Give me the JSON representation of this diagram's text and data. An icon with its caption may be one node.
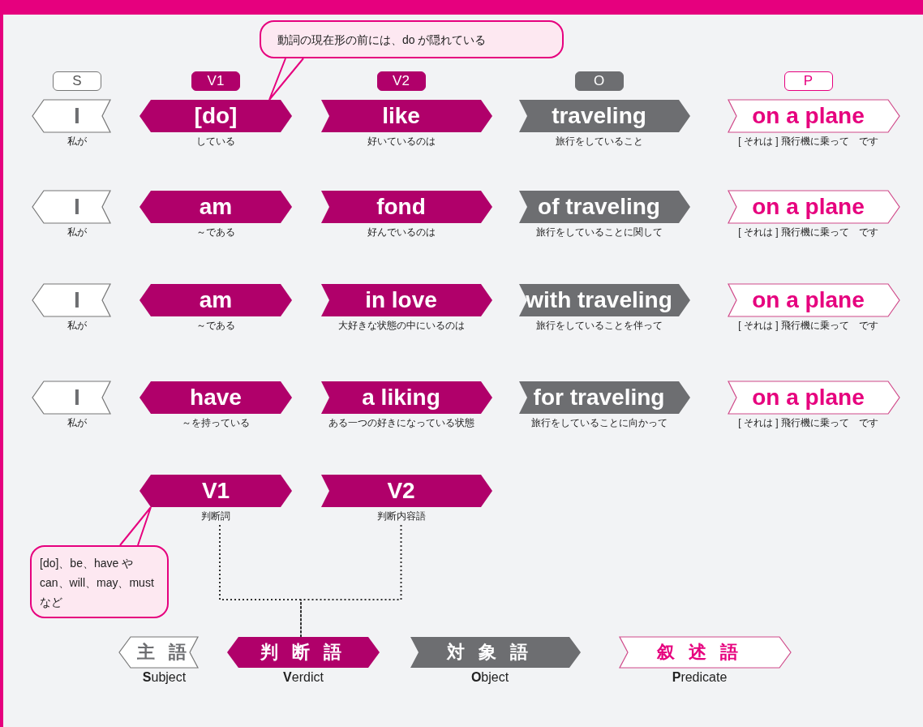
{
  "diagram": {
    "nodes": [
      {
        "text": [
          "動詞の現在形の前には、do が隠れている"
        ]
      },
      {
        "text": [
          "S"
        ]
      },
      {
        "text": [
          "V1"
        ]
      },
      {
        "text": [
          "V2"
        ]
      },
      {
        "text": [
          "O"
        ]
      },
      {
        "text": [
          "P"
        ]
      },
      {
        "text": [
          "I"
        ],
        "beside": [
          "私が"
        ]
      },
      {
        "text": [
          "[do]"
        ],
        "beside": [
          "している"
        ]
      },
      {
        "text": [
          "like"
        ],
        "beside": [
          "好いているのは"
        ]
      },
      {
        "text": [
          "traveling"
        ],
        "beside": [
          "旅行をしていること"
        ]
      },
      {
        "text": [
          "on a plane"
        ],
        "beside": [
          "[ それは ] 飛行機に乗って　です"
        ]
      },
      {
        "text": [
          "I"
        ],
        "beside": [
          "私が"
        ]
      },
      {
        "text": [
          "am"
        ],
        "beside": [
          "～である"
        ]
      },
      {
        "text": [
          "fond"
        ],
        "beside": [
          "好んでいるのは"
        ]
      },
      {
        "text": [
          "of traveling"
        ],
        "beside": [
          "旅行をしていることに関して"
        ]
      },
      {
        "text": [
          "on a plane"
        ],
        "beside": [
          "[ それは ] 飛行機に乗って　です"
        ]
      },
      {
        "text": [
          "I"
        ],
        "beside": [
          "私が"
        ]
      },
      {
        "text": [
          "am"
        ],
        "beside": [
          "～である"
        ]
      },
      {
        "text": [
          "in love"
        ],
        "beside": [
          "大好きな状態の中にいるのは"
        ]
      },
      {
        "text": [
          "with traveling"
        ],
        "beside": [
          "旅行をしていることを伴って"
        ]
      },
      {
        "text": [
          "on a plane"
        ],
        "beside": [
          "[ それは ] 飛行機に乗って　です"
        ]
      },
      {
        "text": [
          "I"
        ],
        "beside": [
          "私が"
        ]
      },
      {
        "text": [
          "have"
        ],
        "beside": [
          "～を持っている"
        ]
      },
      {
        "text": [
          "a liking"
        ],
        "beside": [
          "ある一つの好きになっている状態"
        ]
      },
      {
        "text": [
          "for traveling"
        ],
        "beside": [
          "旅行をしていることに向かって"
        ]
      },
      {
        "text": [
          "on a plane"
        ],
        "beside": [
          "[ それは ] 飛行機に乗って　です"
        ]
      },
      {
        "text": [
          "V1"
        ],
        "beside": [
          "判断詞"
        ]
      },
      {
        "text": [
          "V2"
        ],
        "beside": [
          "判断内容語"
        ]
      },
      {
        "text": [
          "[do]、be、have や can、will、may、must など"
        ]
      },
      {
        "text": [
          "主 語"
        ],
        "beside": [
          "**S**ubject"
        ]
      },
      {
        "text": [
          "判 断 語"
        ],
        "beside": [
          "**V**erdict"
        ]
      },
      {
        "text": [
          "対 象 語"
        ],
        "beside": [
          "**O**bject"
        ]
      },
      {
        "text": [
          "叙 述 語"
        ],
        "beside": [
          "**P**redicate"
        ]
      }
    ],
    "edges": [
      {
        "from": 0,
        "to": 7,
        "arrow": "none"
      },
      {
        "from": 28,
        "to": 26,
        "arrow": "none"
      },
      {
        "from": 26,
        "to": 30,
        "arrow": "none",
        "style": "dashed",
        "color": "#333333"
      },
      {
        "from": 27,
        "to": 30,
        "arrow": "none",
        "style": "dashed",
        "color": "#333333"
      }
    ]
  }
}
